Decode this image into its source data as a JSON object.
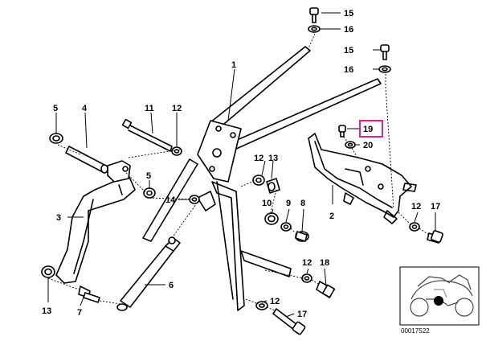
{
  "diagram": {
    "callouts": {
      "p1": "1",
      "p2": "2",
      "p3": "3",
      "p4": "4",
      "p5a": "5",
      "p5b": "5",
      "p6": "6",
      "p7": "7",
      "p8": "8",
      "p9": "9",
      "p10": "10",
      "p11": "11",
      "p12a": "12",
      "p12b": "12",
      "p12c": "12",
      "p12d": "12",
      "p12e": "12",
      "p13a": "13",
      "p13b": "13",
      "p14": "14",
      "p15a": "15",
      "p15b": "15",
      "p16a": "16",
      "p16b": "16",
      "p17a": "17",
      "p17b": "17",
      "p18": "18",
      "p19": "19",
      "p20": "20"
    },
    "highlight_color": "#e0218a",
    "reference_number": "00017522"
  }
}
